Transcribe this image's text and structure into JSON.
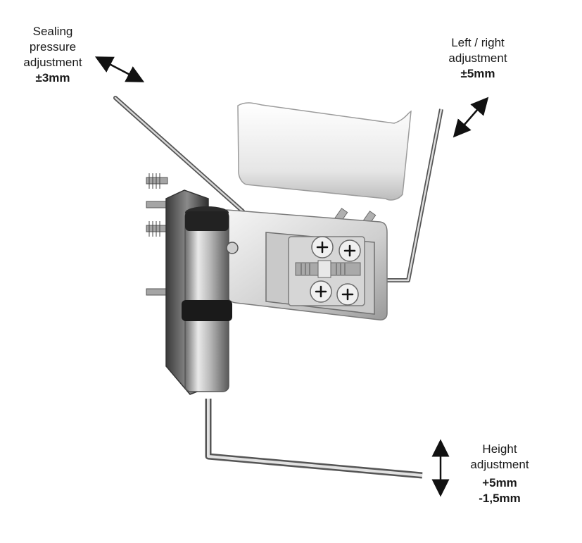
{
  "labels": {
    "sealing": {
      "line1": "Sealing",
      "line2": "pressure",
      "line3": "adjustment",
      "value": "±3mm"
    },
    "leftright": {
      "line1": "Left / right",
      "line2": "adjustment",
      "value": "±5mm"
    },
    "height": {
      "line1": "Height",
      "line2": "adjustment",
      "value1": "+5mm",
      "value2": "-1,5mm"
    }
  }
}
